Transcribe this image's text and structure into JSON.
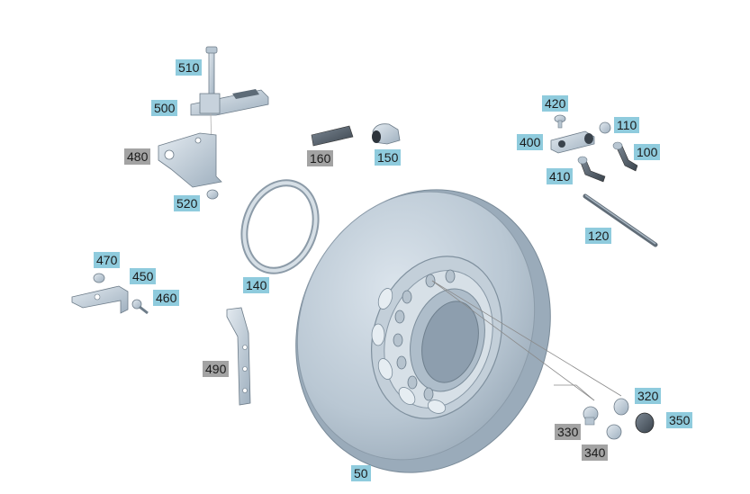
{
  "diagram": {
    "colors": {
      "part_fill": "#c9d4de",
      "part_stroke": "#6d7c89",
      "highlight_label_bg": "#8fcbdd",
      "secondary_label_bg": "#a3a3a3",
      "leader_line": "#8a8a8a"
    },
    "parts": [
      {
        "id": "510",
        "label": "510",
        "style": "highlight",
        "name": "bolt"
      },
      {
        "id": "500",
        "label": "500",
        "style": "highlight",
        "name": "bracket-clamp"
      },
      {
        "id": "480",
        "label": "480",
        "style": "secondary",
        "name": "mounting-plate"
      },
      {
        "id": "520",
        "label": "520",
        "style": "highlight",
        "name": "nut"
      },
      {
        "id": "160",
        "label": "160",
        "style": "secondary",
        "name": "strip"
      },
      {
        "id": "150",
        "label": "150",
        "style": "highlight",
        "name": "sensor"
      },
      {
        "id": "420",
        "label": "420",
        "style": "highlight",
        "name": "screw"
      },
      {
        "id": "110",
        "label": "110",
        "style": "highlight",
        "name": "cap"
      },
      {
        "id": "400",
        "label": "400",
        "style": "highlight",
        "name": "valve-housing"
      },
      {
        "id": "100",
        "label": "100",
        "style": "highlight",
        "name": "angled-valve"
      },
      {
        "id": "410",
        "label": "410",
        "style": "highlight",
        "name": "valve-stem"
      },
      {
        "id": "120",
        "label": "120",
        "style": "highlight",
        "name": "extension-rod"
      },
      {
        "id": "140",
        "label": "140",
        "style": "highlight",
        "name": "retaining-band"
      },
      {
        "id": "470",
        "label": "470",
        "style": "highlight",
        "name": "nut"
      },
      {
        "id": "450",
        "label": "450",
        "style": "highlight",
        "name": "angle-bracket"
      },
      {
        "id": "460",
        "label": "460",
        "style": "highlight",
        "name": "bolt"
      },
      {
        "id": "490",
        "label": "490",
        "style": "secondary",
        "name": "support-bracket"
      },
      {
        "id": "50",
        "label": "50",
        "style": "highlight",
        "name": "wheel"
      },
      {
        "id": "320",
        "label": "320",
        "style": "highlight",
        "name": "wheel-nut"
      },
      {
        "id": "350",
        "label": "350",
        "style": "highlight",
        "name": "nut-cover"
      },
      {
        "id": "330",
        "label": "330",
        "style": "secondary",
        "name": "wheel-bolt"
      },
      {
        "id": "340",
        "label": "340",
        "style": "secondary",
        "name": "washer"
      }
    ]
  }
}
